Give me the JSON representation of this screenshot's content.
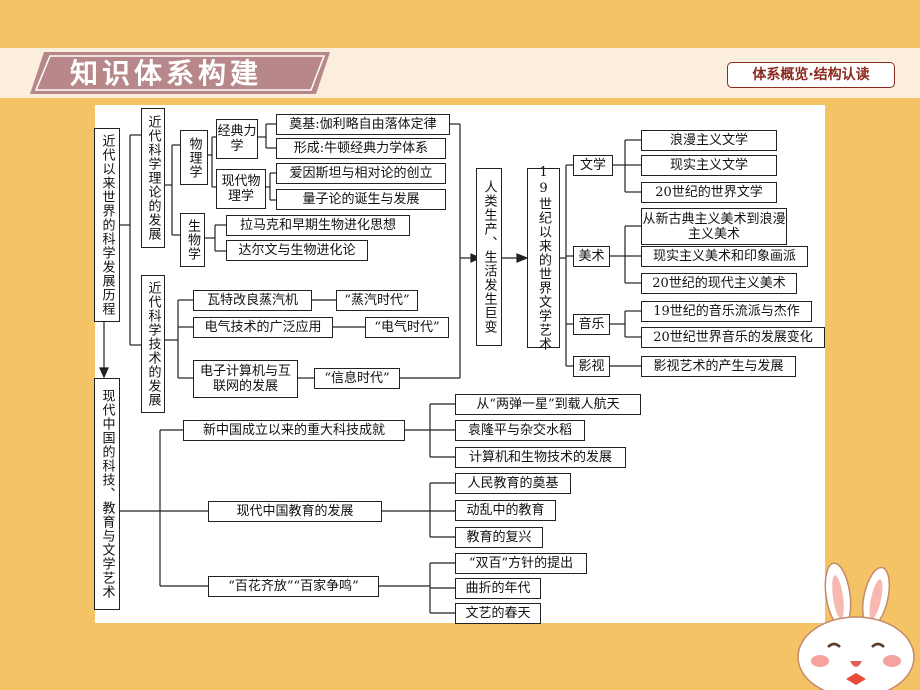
{
  "header": {
    "title": "知识体系构建",
    "subtitle": "体系概览·结构认读"
  },
  "diagram": {
    "left_top_vertical": "近代以来世界的科学发展历程",
    "left_bottom_vertical": "现代中国的科技、教育与文学艺术",
    "science_theory": "近代科学理论的发展",
    "physics": "物理学",
    "classical_mechanics": "经典力学",
    "galileo": "奠基:伽利略自由落体定律",
    "newton": "形成:牛顿经典力学体系",
    "modern_physics": "现代物理学",
    "einstein": "爱因斯坦与相对论的创立",
    "quantum": "量子论的诞生与发展",
    "biology": "生物学",
    "lamarck": "拉马克和早期生物进化思想",
    "darwin": "达尔文与生物进化论",
    "science_tech": "近代科学技术的发展",
    "watt": "瓦特改良蒸汽机",
    "steam_era": "“蒸汽时代”",
    "electric_app": "电气技术的广泛应用",
    "electric_era": "“电气时代”",
    "computer_internet": "电子计算机与互联网的发展",
    "info_era": "“信息时代”",
    "life_change": "人类生产、生活发生巨变",
    "art_19_20": "19世纪以来的世界文学艺术",
    "literature": "文学",
    "romanticism": "浪漫主义文学",
    "realism": "现实主义文学",
    "lit_20": "20世纪的世界文学",
    "fine_arts": "美术",
    "neoclassical": "从新古典主义美术到浪漫主义美术",
    "impressionism": "现实主义美术和印象画派",
    "modern_art_20": "20世纪的现代主义美术",
    "music": "音乐",
    "music_19": "19世纪的音乐流派与杰作",
    "music_20": "20世纪世界音乐的发展变化",
    "film": "影视",
    "film_rise": "影视艺术的产生与发展",
    "china_tech": "新中国成立以来的重大科技成就",
    "two_bombs": "从“两弹一星”到载人航天",
    "yuan": "袁隆平与杂交水稻",
    "computer_bio": "计算机和生物技术的发展",
    "china_edu": "现代中国教育的发展",
    "people_edu": "人民教育的奠基",
    "turmoil_edu": "动乱中的教育",
    "edu_revival": "教育的复兴",
    "hundred": "“百花齐放”“百家争鸣”",
    "double_hundred": "“双百”方针的提出",
    "tortuous": "曲折的年代",
    "spring": "文艺的春天"
  },
  "colors": {
    "background": "#f4c366",
    "header_band": "#fbeedd",
    "banner": "#b8878a",
    "accent": "#8c2a1e"
  }
}
